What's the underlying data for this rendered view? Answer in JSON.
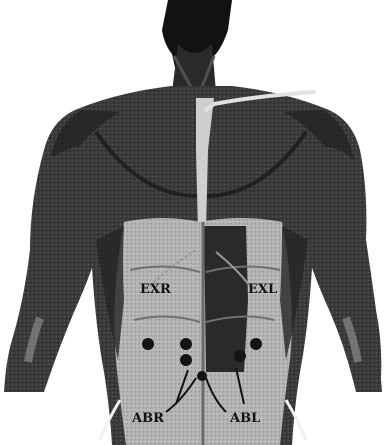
{
  "figure": {
    "background": "#ffffff",
    "body_color": "#3a3a3a",
    "body_shadow": "#1c1c1c",
    "abdomen_color": "#b8b8b8",
    "electrode_color": "#141414",
    "lead_color": "#e2e2e2",
    "labels": {
      "exr": "EXR",
      "exl": "EXL",
      "abr": "ABR",
      "abl": "ABL"
    }
  }
}
